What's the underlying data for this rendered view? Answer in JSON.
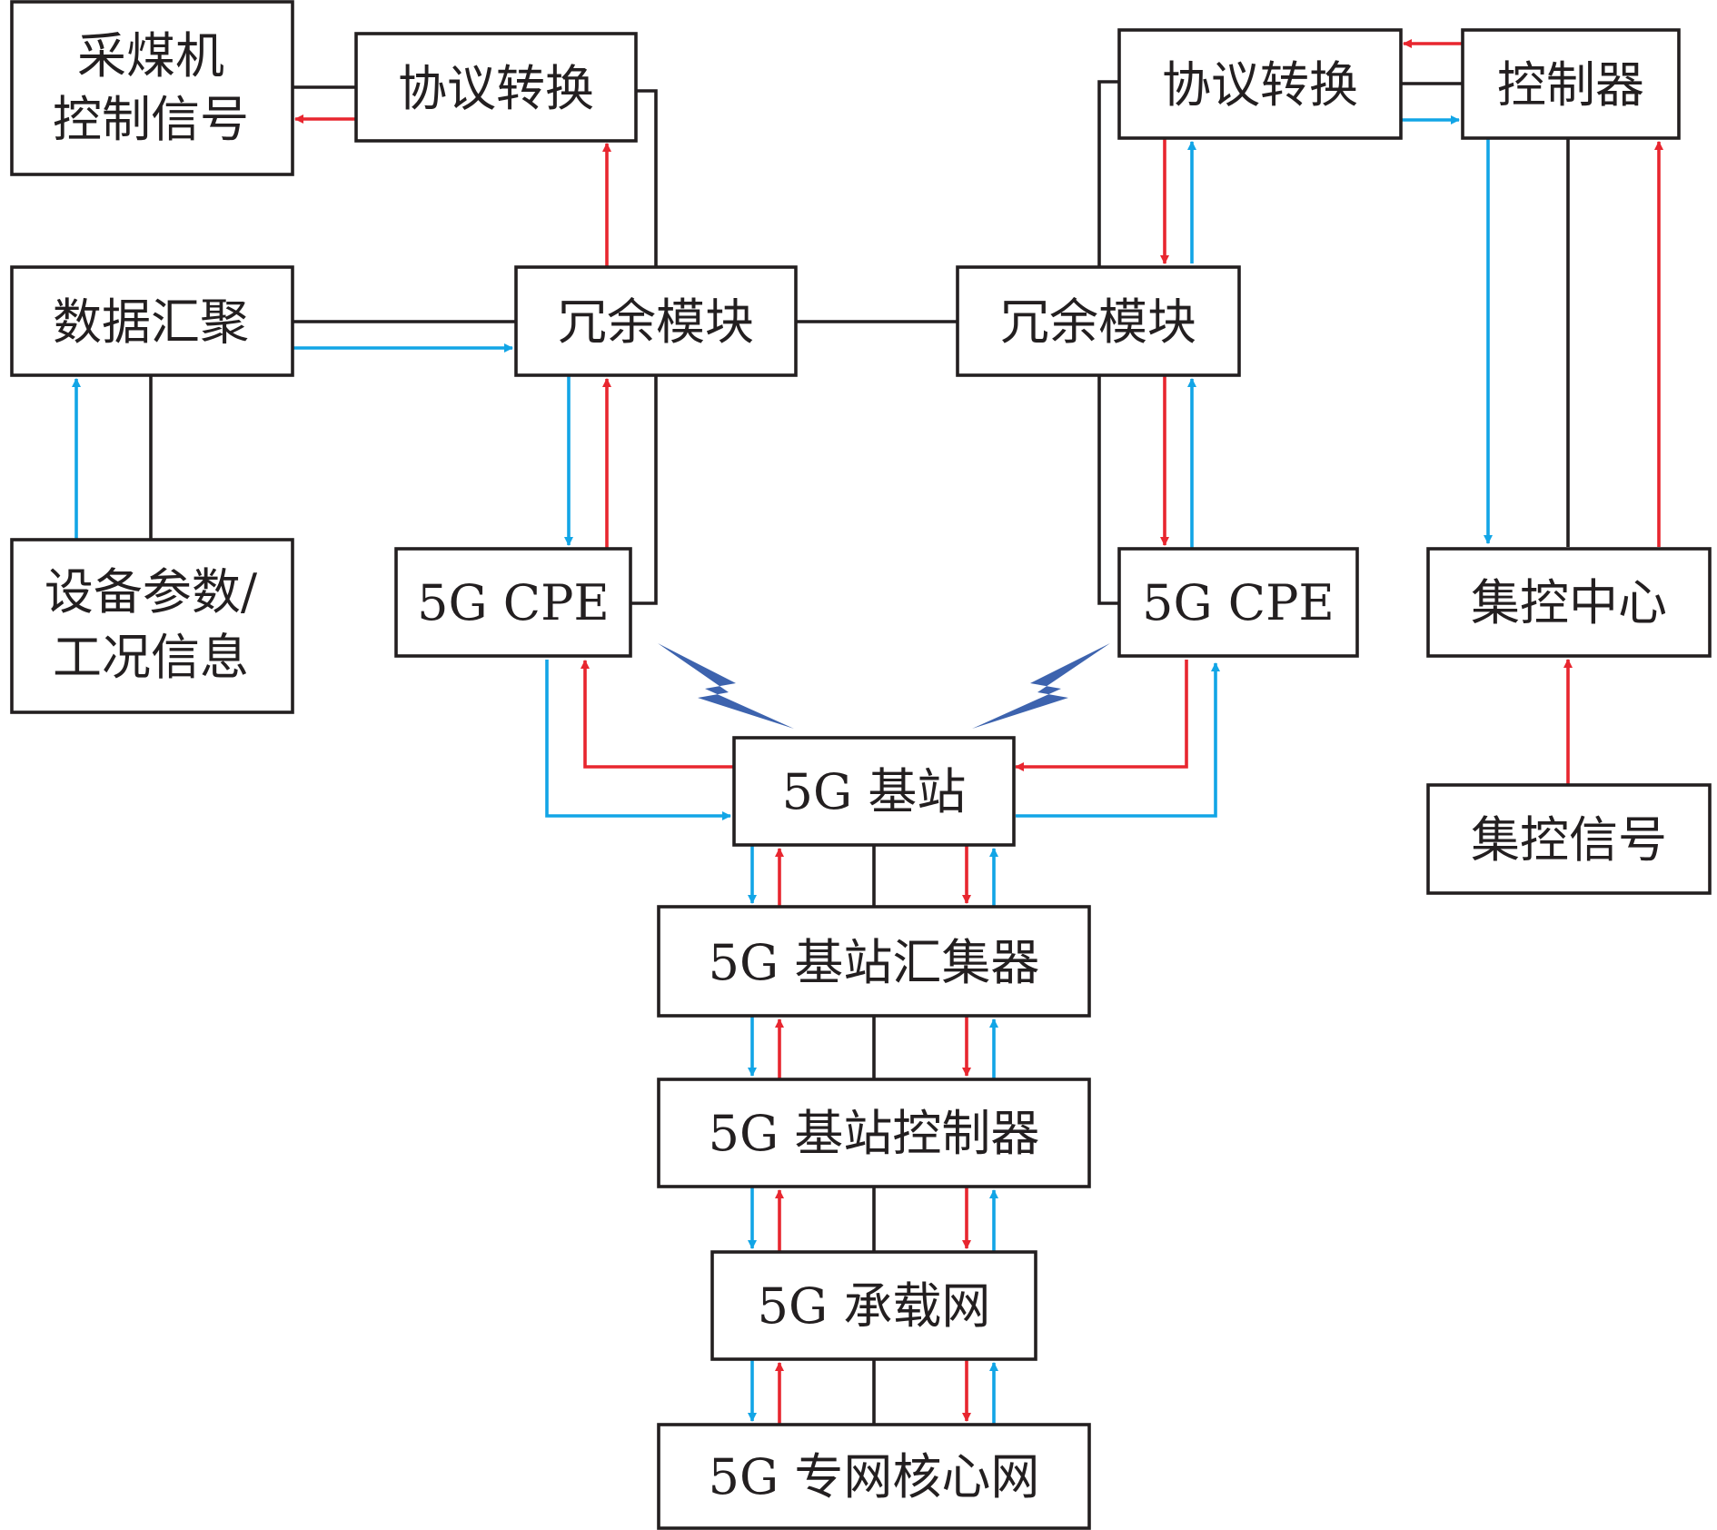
{
  "colors": {
    "downlink_red": "#e8262f",
    "uplink_blue": "#12a5e6",
    "wireless_bolt": "#3d63ae",
    "stroke": "#231f20"
  },
  "left": {
    "shearer_signal": [
      "采煤机",
      "控制信号"
    ],
    "protocol_convert": "协议转换",
    "data_aggregation": "数据汇聚",
    "redundancy": "冗余模块",
    "device_params": [
      "设备参数/",
      "工况信息"
    ],
    "cpe": "5G CPE"
  },
  "right": {
    "protocol_convert": "协议转换",
    "controller": "控制器",
    "redundancy": "冗余模块",
    "cpe": "5G CPE",
    "control_center": "集控中心",
    "control_signal": "集控信号"
  },
  "core": {
    "base_station": "5G 基站",
    "bs_aggregator": "5G 基站汇集器",
    "bs_controller": "5G 基站控制器",
    "bearer_network": "5G 承载网",
    "private_core": "5G 专网核心网"
  }
}
